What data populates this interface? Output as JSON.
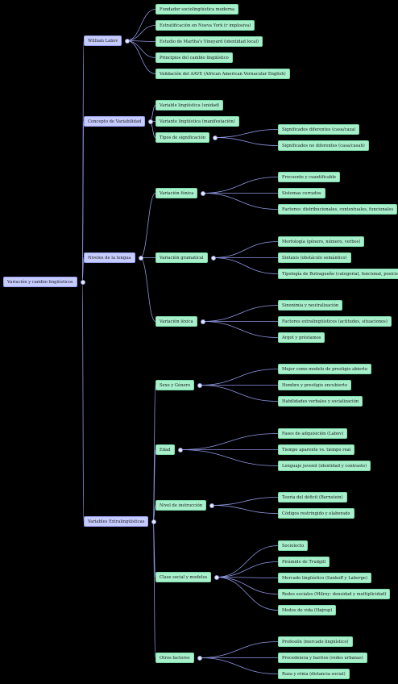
{
  "colors": {
    "edge": "#8f97e0",
    "root": "#c6ccff",
    "leaf": "#a8f0cc",
    "background": "#000000"
  },
  "root": {
    "label": "Variación y cambio lingüísticos",
    "children": [
      {
        "label": "William Labov",
        "children": [
          {
            "label": "Fundador sociolingüística moderna"
          },
          {
            "label": "Estratificación en Nueva York (r implosiva)"
          },
          {
            "label": "Estudio de Martha's Vineyard (identidad local)"
          },
          {
            "label": "Principios del cambio lingüístico"
          },
          {
            "label": "Validación del AAVE (African American Vernacular English)"
          }
        ]
      },
      {
        "label": "Concepto de Variabilidad",
        "children": [
          {
            "label": "Variable lingüística (unidad)"
          },
          {
            "label": "Variante lingüística (manifestación)"
          },
          {
            "label": "Tipos de significación",
            "children": [
              {
                "label": "Significados diferentes (casa/caza)"
              },
              {
                "label": "Significados no diferentes (casa/casah)"
              }
            ]
          }
        ]
      },
      {
        "label": "Niveles de la lengua",
        "children": [
          {
            "label": "Variación fónica",
            "children": [
              {
                "label": "Frecuente y cuantificable"
              },
              {
                "label": "Sistemas cerrados"
              },
              {
                "label": "Factores: distribucionales, contextuales, funcionales"
              }
            ]
          },
          {
            "label": "Variación gramatical",
            "children": [
              {
                "label": "Morfología (género, número, verbos)"
              },
              {
                "label": "Sintaxis (obstáculo semántico)"
              },
              {
                "label": "Tipología de Butragueño (categorial, funcional, posicional)"
              }
            ]
          },
          {
            "label": "Variación léxica",
            "children": [
              {
                "label": "Sinonimia y neutralización"
              },
              {
                "label": "Factores extralingüísticos (actitudes, situaciones)"
              },
              {
                "label": "Argot y préstamos"
              }
            ]
          }
        ]
      },
      {
        "label": "Variables Extralingüísticas",
        "children": [
          {
            "label": "Sexo y Género",
            "children": [
              {
                "label": "Mujer como modelo de prestigio abierto"
              },
              {
                "label": "Hombre y prestigio encubierto"
              },
              {
                "label": "Habilidades verbales y socialización"
              }
            ]
          },
          {
            "label": "Edad",
            "children": [
              {
                "label": "Fases de adquisición (Labov)"
              },
              {
                "label": "Tiempo aparente vs. tiempo real"
              },
              {
                "label": "Lenguaje juvenil (identidad y contraste)"
              }
            ]
          },
          {
            "label": "Nivel de instrucción",
            "children": [
              {
                "label": "Teoría del déficit (Bernstein)"
              },
              {
                "label": "Códigos restringido y elaborado"
              }
            ]
          },
          {
            "label": "Clase social y modelos",
            "children": [
              {
                "label": "Sociolecto"
              },
              {
                "label": "Pirámide de Trudgill"
              },
              {
                "label": "Mercado lingüístico (Sankoff y Laberge)"
              },
              {
                "label": "Redes sociales (Milroy: densidad y multiplicidad)"
              },
              {
                "label": "Modos de vida (Højrup)"
              }
            ]
          },
          {
            "label": "Otros factores",
            "children": [
              {
                "label": "Profesión (mercado lingüístico)"
              },
              {
                "label": "Procedencia y barrios (redes urbanas)"
              },
              {
                "label": "Raza y etnia (distancia social)"
              }
            ]
          }
        ]
      }
    ]
  }
}
